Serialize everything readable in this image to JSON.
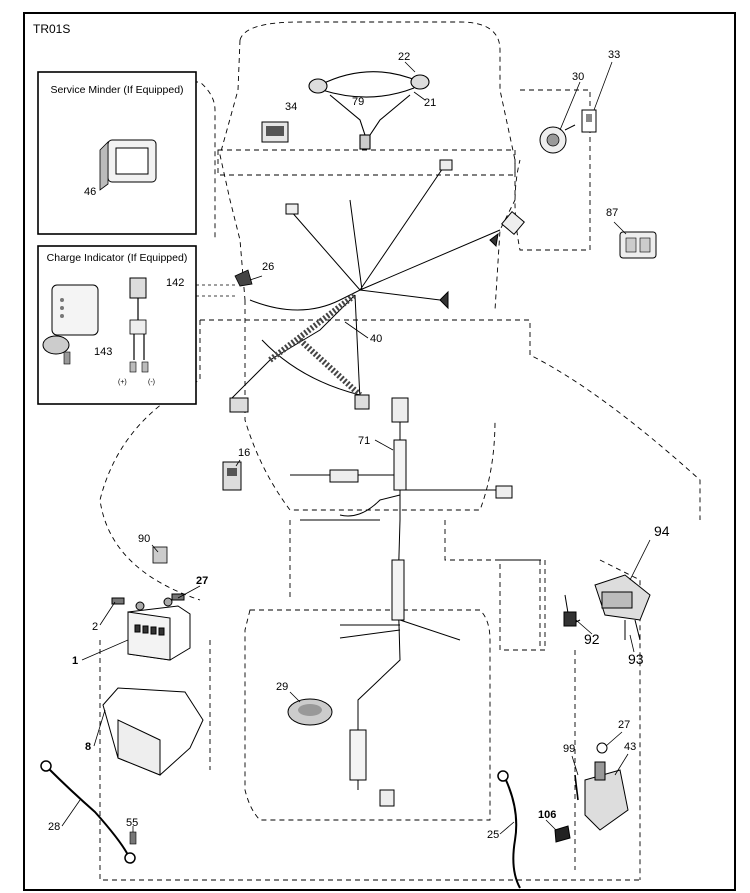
{
  "page_code": "TR01S",
  "insets": {
    "service_minder": {
      "title": "Service Minder (If Equipped)"
    },
    "charge_indicator": {
      "title": "Charge Indicator (If Equipped)",
      "plus": "(+)",
      "minus": "(-)"
    }
  },
  "callouts": {
    "c22": "22",
    "c79": "79",
    "c21": "21",
    "c33": "33",
    "c30": "30",
    "c34": "34",
    "c46": "46",
    "c87": "87",
    "c26": "26",
    "c142": "142",
    "c143": "143",
    "c40": "40",
    "c71": "71",
    "c16": "16",
    "c90": "90",
    "c94": "94",
    "c27a": "27",
    "c2": "2",
    "c1": "1",
    "c92": "92",
    "c93": "93",
    "c29": "29",
    "c8": "8",
    "c27b": "27",
    "c43": "43",
    "c99": "99",
    "c28": "28",
    "c55": "55",
    "c106": "106",
    "c25": "25"
  },
  "colors": {
    "line": "#000000",
    "dashed": "#000000",
    "part_gray": "#9a9a9a",
    "part_dark": "#333333"
  }
}
